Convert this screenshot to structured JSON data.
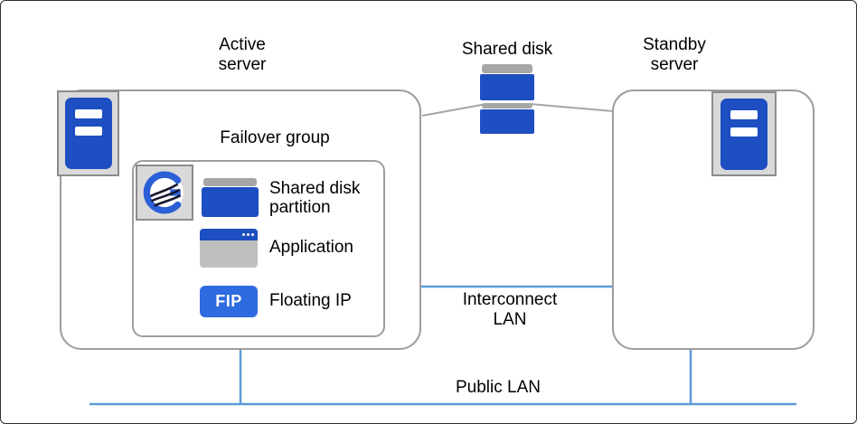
{
  "colors": {
    "primary_blue": "#1d4ec2",
    "fip_blue": "#2e6be0",
    "lan_line_blue": "#5b9bd5",
    "connector_gray": "#a6a6a6",
    "box_border_gray": "#9e9e9e",
    "icon_frame_gray": "#d9d9d9",
    "window_gray": "#bfbfbf",
    "logo_wave_dark": "#17172e"
  },
  "nodes": {
    "active_server": {
      "label": "Active\nserver"
    },
    "standby_server": {
      "label": "Standby\nserver"
    },
    "shared_disk": {
      "label": "Shared disk"
    },
    "failover_group": {
      "label": "Failover group",
      "items": [
        {
          "id": "shared-disk-partition",
          "label": "Shared disk\npartition"
        },
        {
          "id": "application",
          "label": "Application"
        },
        {
          "id": "floating-ip",
          "label": "Floating IP",
          "badge": "FIP"
        }
      ]
    },
    "interconnect_lan": {
      "label": "Interconnect\nLAN"
    },
    "public_lan": {
      "label": "Public LAN"
    }
  }
}
